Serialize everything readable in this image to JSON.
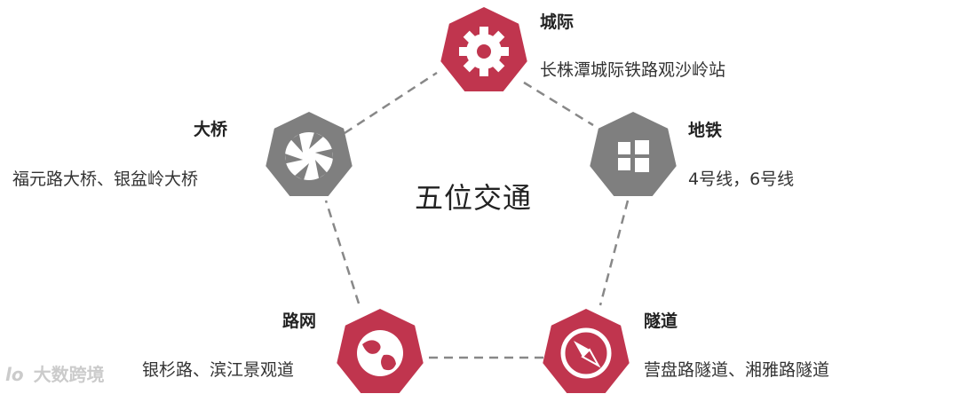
{
  "center_title": "五位交通",
  "colors": {
    "red": "#c0354e",
    "gray": "#7f7f7f",
    "line": "#888888"
  },
  "nodes": [
    {
      "id": "intercity",
      "title": "城际",
      "desc": "长株潭城际铁路观沙岭站",
      "icon": "gear-icon",
      "color": "red"
    },
    {
      "id": "metro",
      "title": "地铁",
      "desc": "4号线，6号线",
      "icon": "windows-icon",
      "color": "gray"
    },
    {
      "id": "tunnel",
      "title": "隧道",
      "desc": "营盘路隧道、湘雅路隧道",
      "icon": "compass-icon",
      "color": "red"
    },
    {
      "id": "road",
      "title": "路网",
      "desc": "银杉路、滨江景观道",
      "icon": "globe-icon",
      "color": "red"
    },
    {
      "id": "bridge",
      "title": "大桥",
      "desc": "福元路大桥、银盆岭大桥",
      "icon": "aperture-icon",
      "color": "gray"
    }
  ],
  "watermark": {
    "logo": "lo",
    "text": "大数跨境"
  }
}
